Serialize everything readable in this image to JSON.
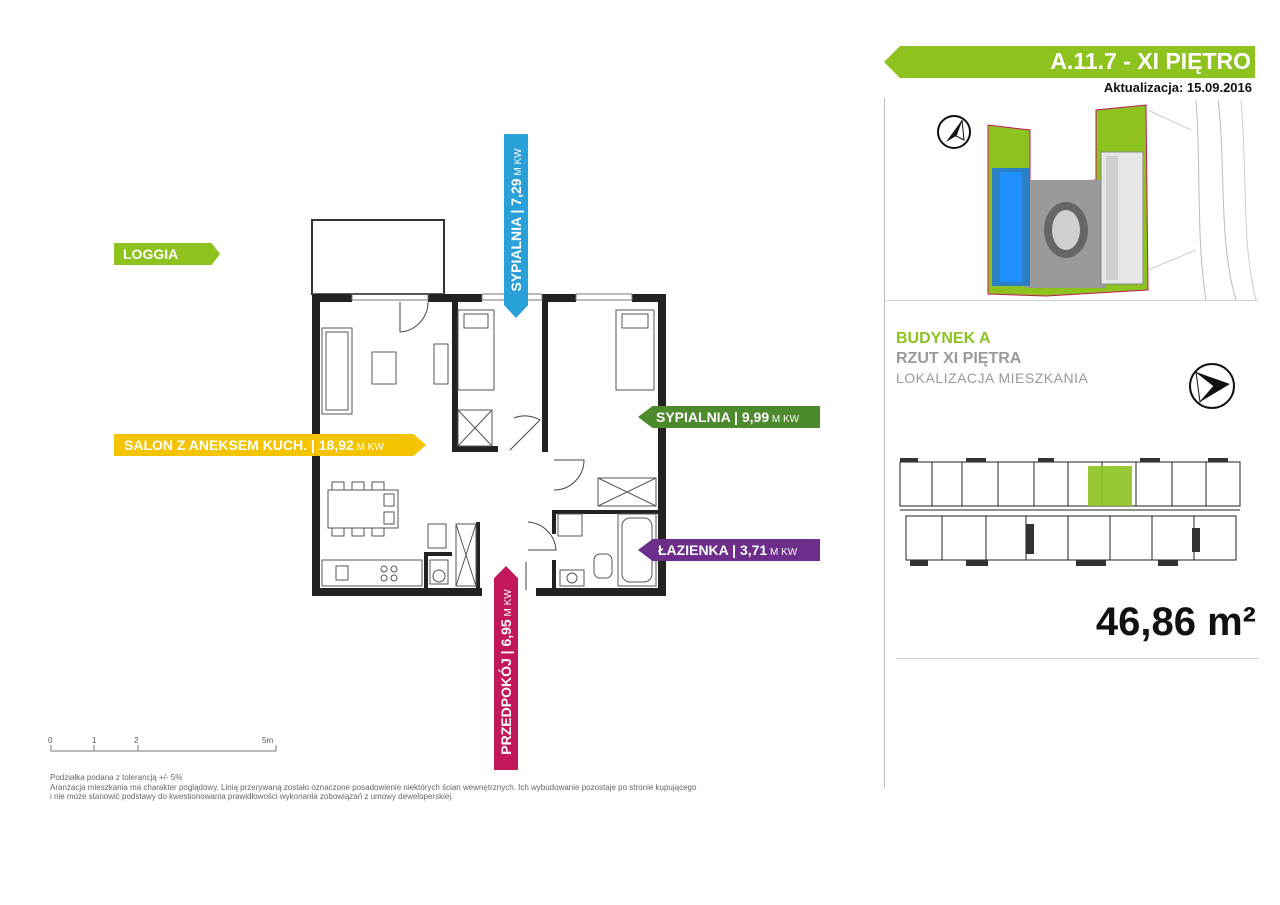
{
  "header": {
    "apartment_code": "A.11.7 - XI PIĘTRO",
    "updated": "Aktualizacja: 15.09.2016"
  },
  "building": {
    "line1": "BUDYNEK A",
    "line2": "RZUT XI PIĘTRA",
    "line3": "LOKALIZACJA MIESZKANIA"
  },
  "total_area": "46,86 m²",
  "rooms": {
    "loggia": {
      "name": "LOGGIA"
    },
    "salon": {
      "name": "SALON Z ANEKSEM KUCH.",
      "sep": " | ",
      "area": "18,92",
      "unit": " M KW"
    },
    "sypialnia1": {
      "name": "SYPIALNIA",
      "sep": " | ",
      "area": "7,29",
      "unit": " M KW"
    },
    "sypialnia2": {
      "name": "SYPIALNIA",
      "sep": " | ",
      "area": "9,99",
      "unit": " M KW"
    },
    "lazienka": {
      "name": "ŁAZIENKA",
      "sep": " | ",
      "area": "3,71",
      "unit": " M KW"
    },
    "przedpokoj": {
      "name": "PRZEDPOKÓJ",
      "sep": " | ",
      "area": "6,95",
      "unit": " M KW"
    }
  },
  "scale": {
    "t0": "0",
    "t1": "1",
    "t2": "2",
    "t5": "5m"
  },
  "notes": {
    "line1": "Podziałka podana z tolerancją +/- 5%",
    "line2": "Aranżacja mieszkania ma charakter poglądowy. Linią przerywaną zostało oznaczone posadowienie niektórych ścian wewnętrznych. Ich wybudowanie pozostaje po stronie kupującego",
    "line3": "i nie może stanowić podstawy do kwestionowania prawidłowości wykonania zobowiązań z umowy deweloperskiej."
  },
  "colors": {
    "green": "#8dc21f",
    "dark_green": "#4d8a2e",
    "yellow": "#f4c400",
    "blue": "#2aa0d8",
    "purple": "#6c2d8b",
    "magenta": "#c2185b"
  },
  "icons": [
    "north-arrow-icon",
    "compass-icon"
  ]
}
